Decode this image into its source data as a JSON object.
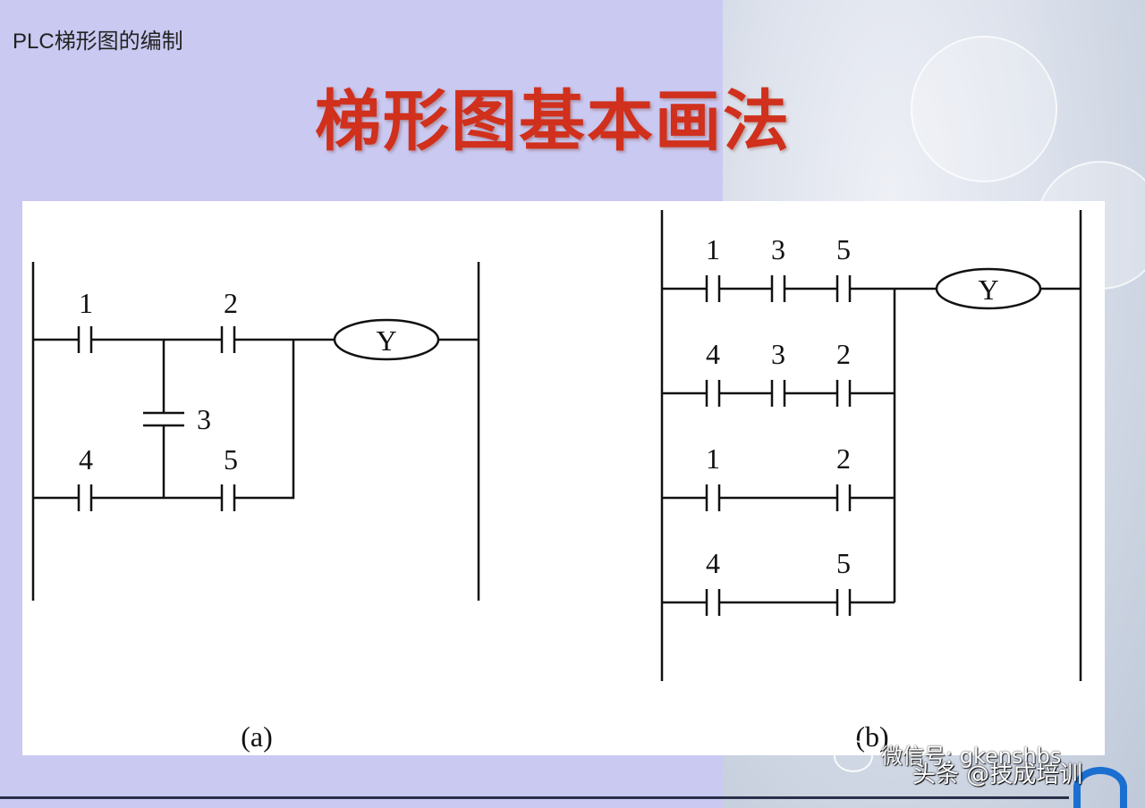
{
  "slide": {
    "subtitle": "PLC梯形图的编制",
    "title": "梯形图基本画法"
  },
  "diagram_a": {
    "caption": "(a)",
    "contacts": [
      "1",
      "2",
      "3",
      "4",
      "5"
    ],
    "coil": "Y"
  },
  "diagram_b": {
    "caption": "(b)",
    "rungs": [
      {
        "contacts": [
          "1",
          "3",
          "5"
        ]
      },
      {
        "contacts": [
          "4",
          "3",
          "2"
        ]
      },
      {
        "contacts": [
          "1",
          "2"
        ]
      },
      {
        "contacts": [
          "4",
          "5"
        ]
      }
    ],
    "coil": "Y"
  },
  "watermark": {
    "wechat": "微信号: gkenshbs",
    "toutiao": "头条 @技成培训"
  },
  "colors": {
    "title": "#d0301c",
    "background": "#c9c9f2"
  }
}
